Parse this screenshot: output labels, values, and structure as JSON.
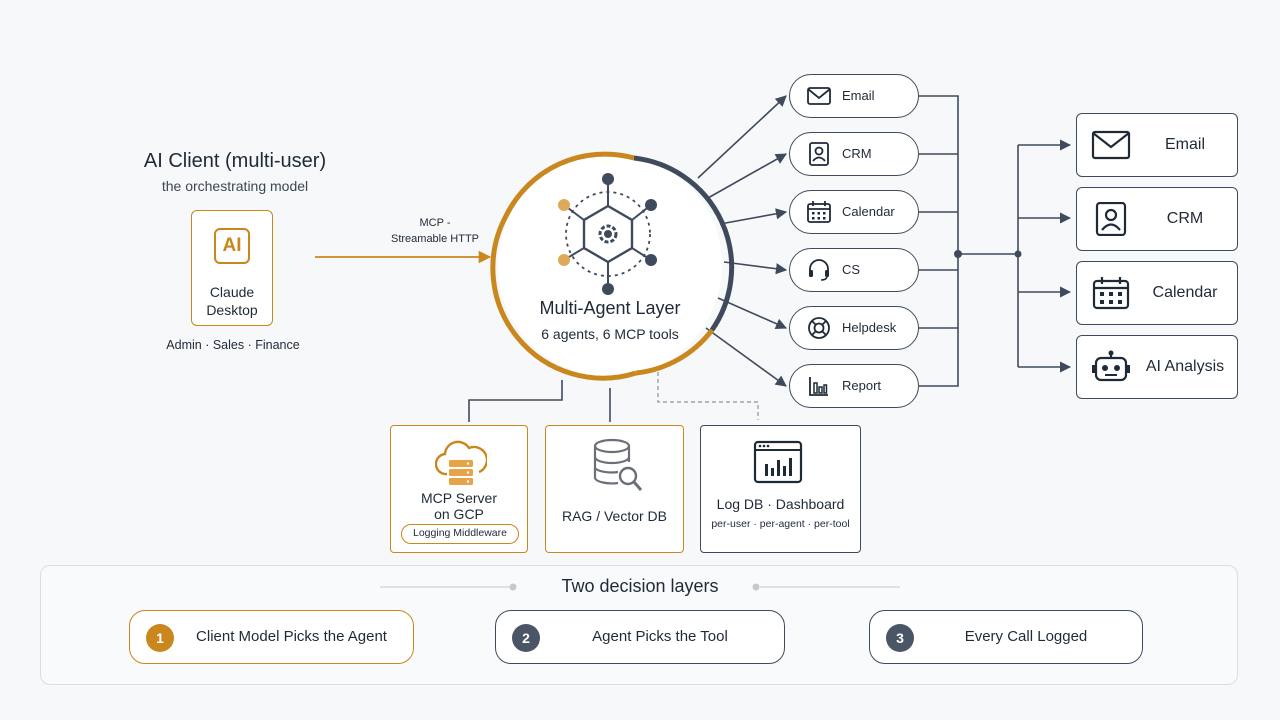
{
  "client": {
    "title": "AI Client (multi-user)",
    "subtitle": "the orchestrating model",
    "badge": "AI",
    "name_line1": "Claude",
    "name_line2": "Desktop",
    "roles": "Admin · Sales · Finance"
  },
  "transport": {
    "line1": "MCP -",
    "line2": "Streamable HTTP"
  },
  "core": {
    "title": "Multi-Agent Layer",
    "subtitle": "6 agents, 6 MCP tools"
  },
  "agents": [
    {
      "label": "Email",
      "icon": "mail-icon"
    },
    {
      "label": "CRM",
      "icon": "contact-icon"
    },
    {
      "label": "Calendar",
      "icon": "calendar-icon"
    },
    {
      "label": "CS",
      "icon": "headset-icon"
    },
    {
      "label": "Helpdesk",
      "icon": "lifebuoy-icon"
    },
    {
      "label": "Report",
      "icon": "bar-chart-icon"
    }
  ],
  "tools": [
    {
      "label": "Email",
      "icon": "mail-icon"
    },
    {
      "label": "CRM",
      "icon": "contact-icon"
    },
    {
      "label": "Calendar",
      "icon": "calendar-icon"
    },
    {
      "label": "AI Analysis",
      "icon": "robot-icon"
    }
  ],
  "infra": {
    "mcp_server_line1": "MCP Server",
    "mcp_server_line2": "on GCP",
    "middleware": "Logging Middleware",
    "rag": "RAG / Vector DB",
    "logdb": "Log DB · Dashboard",
    "logdb_sub": "per-user · per-agent · per-tool"
  },
  "decision": {
    "title": "Two decision layers",
    "steps": [
      {
        "num": "1",
        "label": "Client Model Picks the Agent"
      },
      {
        "num": "2",
        "label": "Agent Picks the Tool"
      },
      {
        "num": "3",
        "label": "Every Call Logged"
      }
    ]
  },
  "colors": {
    "accent": "#c9871e",
    "dark": "#3f4b5c",
    "text": "#1f2a37"
  }
}
